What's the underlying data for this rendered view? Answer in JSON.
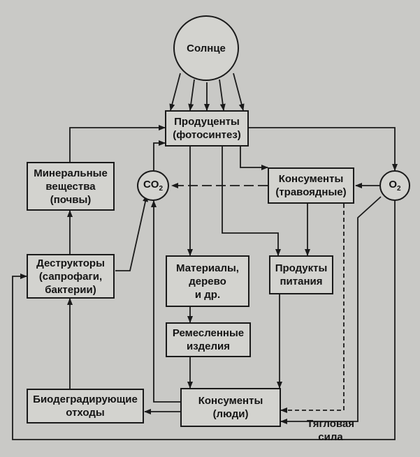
{
  "nodes": {
    "sun": "Солнце",
    "producers": [
      "Продуценты",
      "(фотосинтез)"
    ],
    "minerals": [
      "Минеральные",
      "вещества",
      "(почвы)"
    ],
    "co2": {
      "base": "CO",
      "sub": "2"
    },
    "o2": {
      "base": "O",
      "sub": "2"
    },
    "consumers_herb": [
      "Консументы",
      "(травоядные)"
    ],
    "destructors": [
      "Деструкторы",
      "(сапрофаги,",
      "бактерии)"
    ],
    "materials": [
      "Материалы,",
      "дерево",
      "и др."
    ],
    "food": [
      "Продукты",
      "питания"
    ],
    "crafts": [
      "Ремесленные",
      "изделия"
    ],
    "biowaste": [
      "Биодеградирующие",
      "отходы"
    ],
    "consumers_people": [
      "Консументы",
      "(люди)"
    ],
    "draft_force": [
      "Тягловая",
      "сила"
    ]
  },
  "colors": {
    "background": "#c9c9c6",
    "ink": "#1a1a1a",
    "box_fill": "#d3d3cf"
  }
}
